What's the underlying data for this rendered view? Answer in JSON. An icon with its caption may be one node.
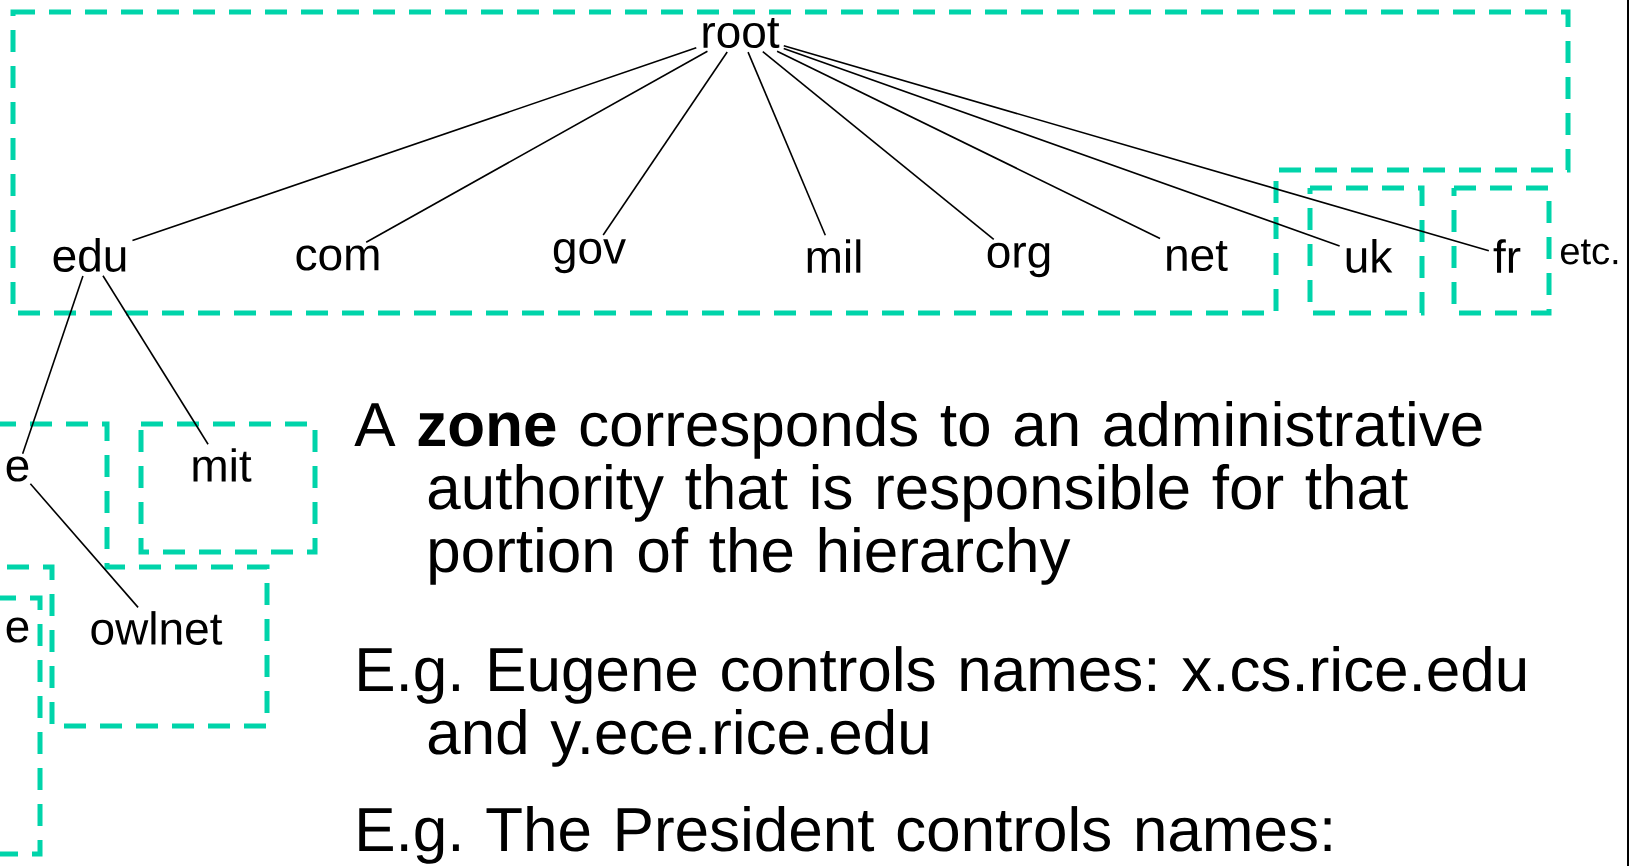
{
  "diagram": {
    "nodes": [
      {
        "text": [],
        "shape": "box"
      },
      {
        "text": [
          "root"
        ],
        "in": 0
      },
      {
        "text": [
          "edu"
        ],
        "in": 0
      },
      {
        "text": [
          "com"
        ],
        "in": 0
      },
      {
        "text": [
          "gov"
        ],
        "in": 0
      },
      {
        "text": [
          "mil"
        ],
        "in": 0
      },
      {
        "text": [
          "org"
        ],
        "in": 0
      },
      {
        "text": [
          "net"
        ],
        "in": 0
      },
      {
        "text": [],
        "shape": "box"
      },
      {
        "text": [
          "uk"
        ],
        "in": 8
      },
      {
        "text": [],
        "shape": "box"
      },
      {
        "text": [
          "fr"
        ],
        "in": 10
      },
      {
        "text": [],
        "shape": "box"
      },
      {
        "text": [
          "e"
        ],
        "in": 12
      },
      {
        "text": [],
        "shape": "box"
      },
      {
        "text": [
          "mit"
        ],
        "in": 14
      },
      {
        "text": [
          "owlnet"
        ],
        "in": 12
      },
      {
        "text": [],
        "shape": "box"
      },
      {
        "text": [
          "e"
        ],
        "in": 17
      }
    ],
    "edges": [
      {
        "from": 1,
        "to": 2,
        "arrow": "none"
      },
      {
        "from": 1,
        "to": 3,
        "arrow": "none"
      },
      {
        "from": 1,
        "to": 4,
        "arrow": "none"
      },
      {
        "from": 1,
        "to": 5,
        "arrow": "none"
      },
      {
        "from": 1,
        "to": 6,
        "arrow": "none"
      },
      {
        "from": 1,
        "to": 7,
        "arrow": "none"
      },
      {
        "from": 1,
        "to": 9,
        "arrow": "none"
      },
      {
        "from": 1,
        "to": 11,
        "arrow": "none"
      },
      {
        "from": 2,
        "to": 13,
        "arrow": "none"
      },
      {
        "from": 2,
        "to": 15,
        "arrow": "none"
      },
      {
        "from": 13,
        "to": 16,
        "arrow": "none"
      }
    ],
    "labels": [
      "etc.",
      "A **zone** corresponds to an administrative authority that is responsible for that portion of the hierarchy",
      "E.g. Eugene controls names: x.cs.rice.edu and y.ece.rice.edu",
      "E.g. The President controls names:"
    ]
  }
}
